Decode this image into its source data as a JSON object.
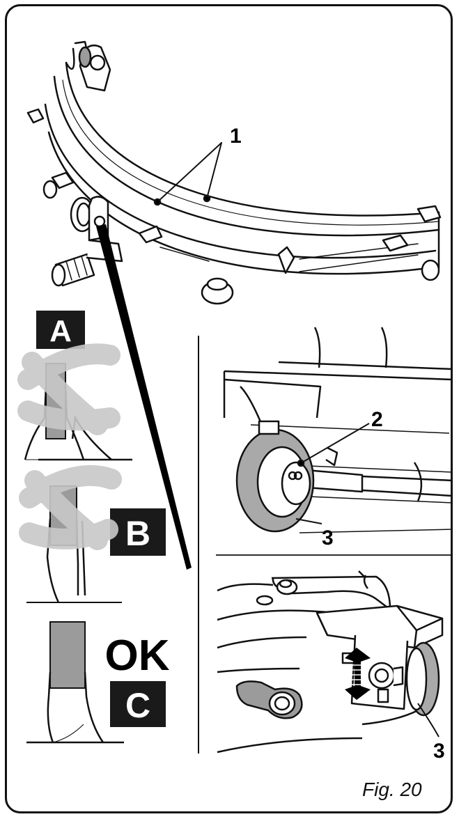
{
  "callouts": {
    "part_1": "1",
    "part_2": "2",
    "part_3_upper": "3",
    "part_3_lower": "3"
  },
  "panels": {
    "a": {
      "tag": "A",
      "status": "wrong"
    },
    "b": {
      "tag": "B",
      "status": "wrong"
    },
    "c": {
      "tag": "C",
      "status": "OK",
      "ok_text": "OK"
    }
  },
  "figure": {
    "caption": "Fig. 20"
  },
  "colors": {
    "cross_mark": "#c8c8c8",
    "tag_background": "#1a1a1a",
    "part_fill": "#9b9b9b",
    "wheel_fill": "#a9a9a9"
  }
}
